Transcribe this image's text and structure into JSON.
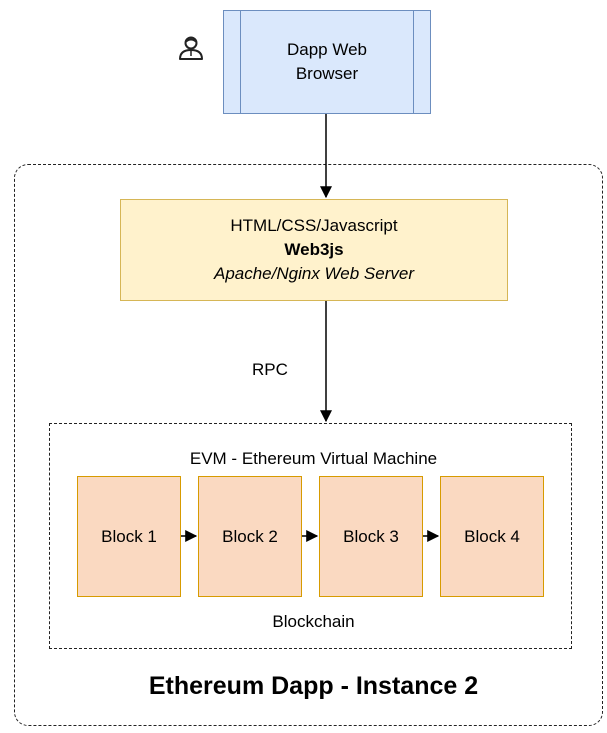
{
  "browser": {
    "label": "Dapp Web Browser",
    "icon": "user-icon",
    "fill": "#dae8fc",
    "stroke": "#6c8ebf"
  },
  "server": {
    "line1": "HTML/CSS/Javascript",
    "line2": "Web3js",
    "line3": "Apache/Nginx Web Server",
    "fill": "#fff2cc",
    "stroke": "#d6b656"
  },
  "connector_label": "RPC",
  "evm": {
    "label": "EVM - Ethereum Virtual Machine",
    "blocks": [
      "Block 1",
      "Block 2",
      "Block 3",
      "Block 4"
    ],
    "block_fill": "#fad9c1",
    "block_stroke": "#d79b00",
    "blockchain_label": "Blockchain"
  },
  "instance_title": "Ethereum Dapp - Instance 2"
}
